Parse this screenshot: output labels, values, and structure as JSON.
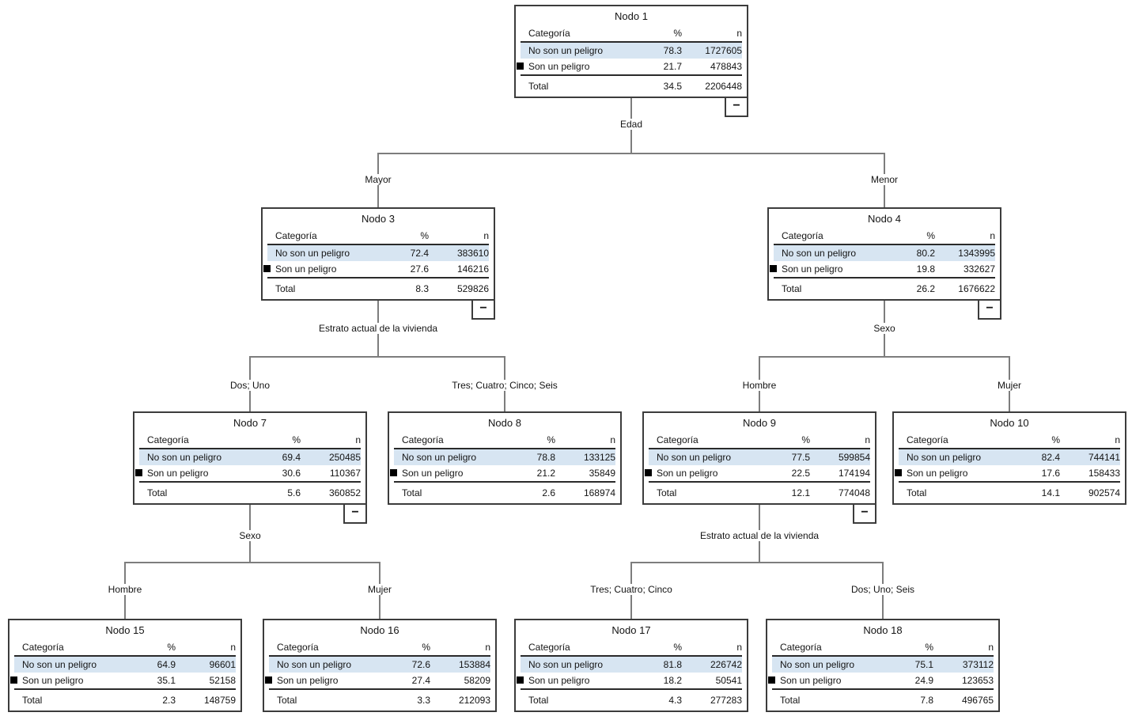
{
  "diagram": {
    "type": "decision-tree",
    "description_colors": {
      "row_highlight": "#d7e5f2",
      "connector": "#7d7d7d",
      "node_border": "#3c3c3c",
      "target_marker": "#000000"
    }
  },
  "labels": {
    "col_categoria": "Categoría",
    "col_pct": "%",
    "col_n": "n",
    "cat_no": "No son un peligro",
    "cat_si": "Son un peligro",
    "cat_total": "Total",
    "collapse": "−"
  },
  "splits": {
    "root": {
      "variable": "Edad",
      "left": "Mayor",
      "right": "Menor"
    },
    "n3": {
      "variable": "Estrato actual de la vivienda",
      "left": "Dos; Uno",
      "right": "Tres; Cuatro; Cinco; Seis"
    },
    "n4": {
      "variable": "Sexo",
      "left": "Hombre",
      "right": "Mujer"
    },
    "n7": {
      "variable": "Sexo",
      "left": "Hombre",
      "right": "Mujer"
    },
    "n9": {
      "variable": "Estrato actual de la vivienda",
      "left": "Tres; Cuatro; Cinco",
      "right": "Dos; Uno; Seis"
    }
  },
  "nodes": {
    "n1": {
      "title": "Nodo 1",
      "no_pct": "78.3",
      "no_n": "1727605",
      "si_pct": "21.7",
      "si_n": "478843",
      "tot_pct": "34.5",
      "tot_n": "2206448"
    },
    "n3": {
      "title": "Nodo 3",
      "no_pct": "72.4",
      "no_n": "383610",
      "si_pct": "27.6",
      "si_n": "146216",
      "tot_pct": "8.3",
      "tot_n": "529826"
    },
    "n4": {
      "title": "Nodo 4",
      "no_pct": "80.2",
      "no_n": "1343995",
      "si_pct": "19.8",
      "si_n": "332627",
      "tot_pct": "26.2",
      "tot_n": "1676622"
    },
    "n7": {
      "title": "Nodo 7",
      "no_pct": "69.4",
      "no_n": "250485",
      "si_pct": "30.6",
      "si_n": "110367",
      "tot_pct": "5.6",
      "tot_n": "360852"
    },
    "n8": {
      "title": "Nodo 8",
      "no_pct": "78.8",
      "no_n": "133125",
      "si_pct": "21.2",
      "si_n": "35849",
      "tot_pct": "2.6",
      "tot_n": "168974"
    },
    "n9": {
      "title": "Nodo 9",
      "no_pct": "77.5",
      "no_n": "599854",
      "si_pct": "22.5",
      "si_n": "174194",
      "tot_pct": "12.1",
      "tot_n": "774048"
    },
    "n10": {
      "title": "Nodo 10",
      "no_pct": "82.4",
      "no_n": "744141",
      "si_pct": "17.6",
      "si_n": "158433",
      "tot_pct": "14.1",
      "tot_n": "902574"
    },
    "n15": {
      "title": "Nodo 15",
      "no_pct": "64.9",
      "no_n": "96601",
      "si_pct": "35.1",
      "si_n": "52158",
      "tot_pct": "2.3",
      "tot_n": "148759"
    },
    "n16": {
      "title": "Nodo 16",
      "no_pct": "72.6",
      "no_n": "153884",
      "si_pct": "27.4",
      "si_n": "58209",
      "tot_pct": "3.3",
      "tot_n": "212093"
    },
    "n17": {
      "title": "Nodo 17",
      "no_pct": "81.8",
      "no_n": "226742",
      "si_pct": "18.2",
      "si_n": "50541",
      "tot_pct": "4.3",
      "tot_n": "277283"
    },
    "n18": {
      "title": "Nodo 18",
      "no_pct": "75.1",
      "no_n": "373112",
      "si_pct": "24.9",
      "si_n": "123653",
      "tot_pct": "7.8",
      "tot_n": "496765"
    }
  }
}
